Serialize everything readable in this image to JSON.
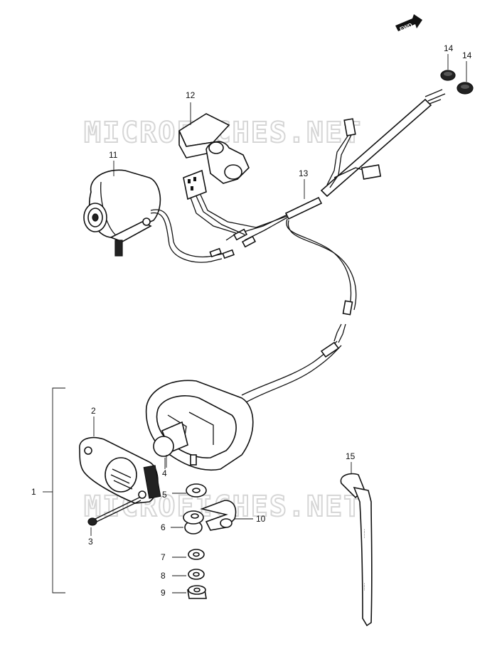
{
  "watermark": "MICROFICHES.NET",
  "fwd_label": "FWD",
  "callouts": {
    "c1": "1",
    "c2": "2",
    "c3": "3",
    "c4": "4",
    "c5": "5",
    "c6": "6",
    "c7": "7",
    "c8": "8",
    "c9": "9",
    "c10": "10",
    "c11": "11",
    "c12": "12",
    "c13": "13",
    "c14a": "14",
    "c14b": "14",
    "c15": "15"
  }
}
